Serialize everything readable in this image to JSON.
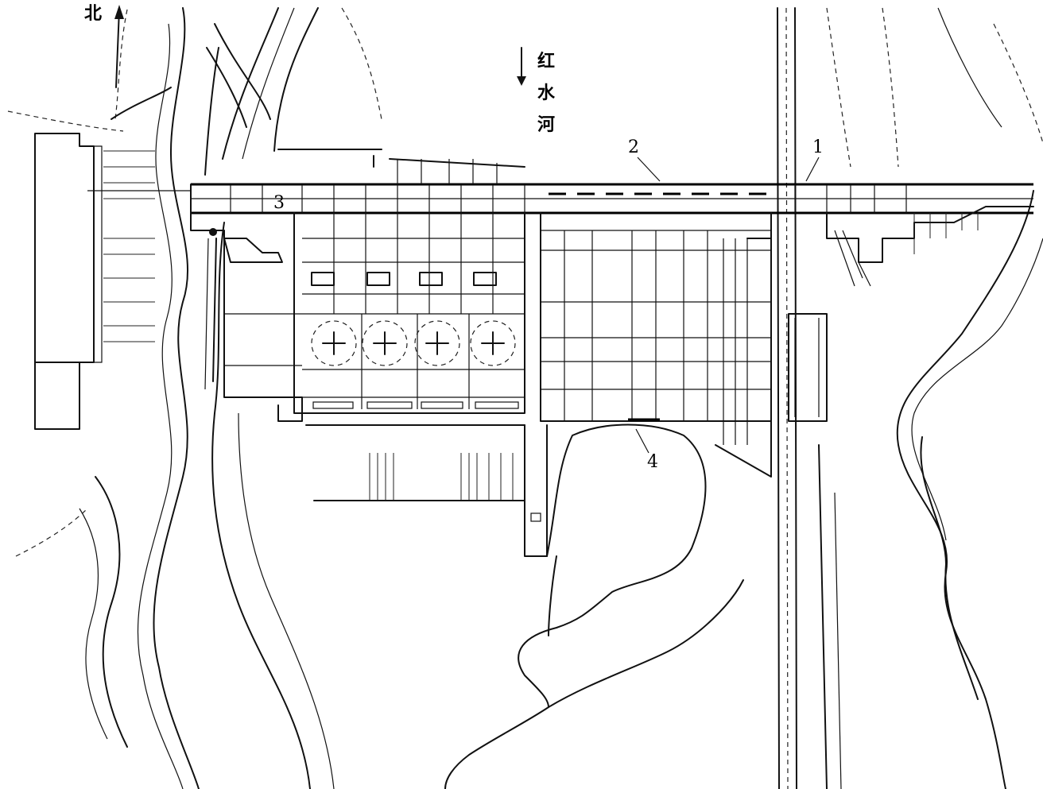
{
  "labels": {
    "north": "北",
    "river_1": "红",
    "river_2": "水",
    "river_3": "河",
    "callout_1": "1",
    "callout_2": "2",
    "callout_3": "3",
    "callout_4": "4"
  },
  "colors": {
    "ink": "#111111",
    "paper": "#ffffff"
  },
  "icons": [
    "north-arrow-icon",
    "flow-direction-arrow-icon",
    "excavation-tick-icon"
  ]
}
